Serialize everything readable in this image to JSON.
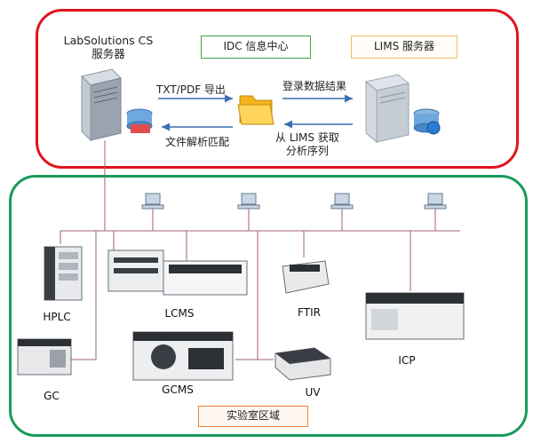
{
  "top_zone": {
    "server_left": {
      "line1": "LabSolutions CS",
      "line2": "服务器"
    },
    "idc_label": "IDC 信息中心",
    "lims_label": "LIMS 服务器",
    "export_label": "TXT/PDF 导出",
    "parse_label": "文件解析匹配",
    "login_label": "登录数据结果",
    "fetch_line1": "从 LIMS 获取",
    "fetch_line2": "分析序列"
  },
  "lab_zone": {
    "region_label": "实验室区域",
    "instruments": {
      "hplc": "HPLC",
      "lcms": "LCMS",
      "ftir": "FTIR",
      "gc": "GC",
      "gcms": "GCMS",
      "uv": "UV",
      "icp": "ICP"
    }
  },
  "colors": {
    "top_border": "#e0141e",
    "lab_border": "#1a9a5a",
    "idc_border": "#3aa64a",
    "lims_border": "#f0c060",
    "region_border": "#f08030",
    "arrow": "#3a6fb0",
    "wire": "#a06070"
  }
}
